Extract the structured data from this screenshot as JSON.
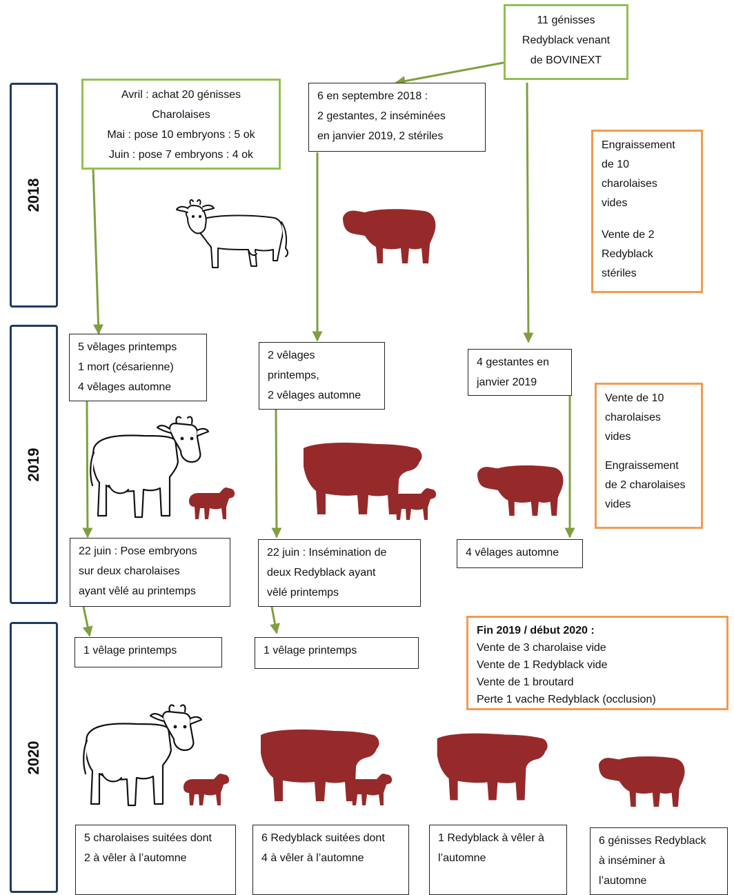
{
  "years": [
    "2018",
    "2019",
    "2020"
  ],
  "boxes": {
    "bovinext": [
      "11 génisses",
      "Redyblack venant",
      "de BOVINEXT"
    ],
    "avril": [
      "Avril : achat 20 génisses",
      "Charolaises",
      "Mai : pose 10 embryons : 5 ok",
      "Juin : pose 7 embryons : 4 ok"
    ],
    "sept": [
      "6 en septembre 2018 :",
      "2 gestantes, 2 inséminées",
      "en janvier 2019, 2 stériles"
    ],
    "o2018": [
      "Engraissement",
      "de 10",
      "charolaises",
      "vides",
      "Vente de 2",
      "Redyblack",
      "stériles"
    ],
    "v5": [
      "5 vêlages printemps",
      "1 mort (césarienne)",
      "4 vêlages automne"
    ],
    "v2": [
      "2 vêlages",
      "printemps,",
      "2 vêlages automne"
    ],
    "g4": [
      "4 gestantes en",
      "janvier 2019"
    ],
    "o2019": [
      "Vente de 10",
      "charolaises",
      "vides",
      "Engraissement",
      "de 2 charolaises",
      "vides"
    ],
    "j22a": [
      "22 juin : Pose embryons",
      "sur deux charolaises",
      "ayant vêlé au printemps"
    ],
    "j22b": [
      "22 juin : Insémination de",
      "deux Redyblack ayant",
      "vêlé printemps"
    ],
    "v4": [
      "4 vêlages automne"
    ],
    "p1a": [
      "1 vêlage printemps"
    ],
    "p1b": [
      "1 vêlage printemps"
    ],
    "o2020": {
      "title": "Fin 2019 / début 2020 :",
      "lines": [
        "Vente de 3 charolaise vide",
        "Vente de 1 Redyblack vide",
        "Vente de 1 broutard",
        "Perte 1 vache Redyblack (occlusion)"
      ]
    },
    "f1": [
      "5 charolaises suitées dont",
      "2 à vêler à l’automne"
    ],
    "f2": [
      "6 Redyblack suitées dont",
      "4 à vêler à l’automne"
    ],
    "f3": [
      "1 Redyblack à vêler à",
      "l’automne"
    ],
    "f4": [
      "6 génisses Redyblack",
      "à inséminer à",
      "l’automne"
    ]
  },
  "colors": {
    "arrow": "#7f9f3f",
    "green_border": "#92c051",
    "orange_border": "#f39a4f",
    "year_border": "#1f3a5f",
    "cow_red": "#962a2a"
  },
  "icons": [
    "charolaise-cow-outline-icon",
    "redyblack-cow-silhouette-icon",
    "calf-silhouette-icon"
  ]
}
